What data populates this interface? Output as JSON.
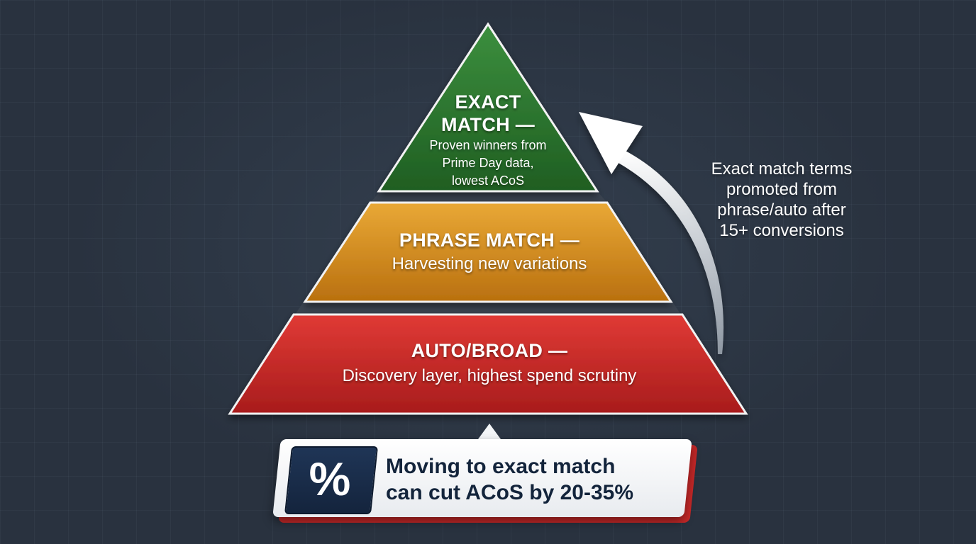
{
  "pyramid": {
    "tiers": [
      {
        "title": "EXACT MATCH —",
        "title_line1": "EXACT",
        "title_line2": "MATCH —",
        "description": "Proven winners from Prime Day data, lowest ACoS",
        "desc_line1": "Proven winners from",
        "desc_line2": "Prime Day data,",
        "desc_line3": "lowest ACoS",
        "color": "#2e7d32"
      },
      {
        "title": "PHRASE MATCH —",
        "description": "Harvesting new variations",
        "color": "#d98f1c"
      },
      {
        "title": "AUTO/BROAD —",
        "description": "Discovery layer, highest spend scrutiny",
        "color": "#c62828"
      }
    ]
  },
  "side_note": {
    "line1": "Exact match terms",
    "line2": "promoted from",
    "line3": "phrase/auto after",
    "line4": "15+ conversions",
    "arrow_icon": "curved-up-arrow-icon"
  },
  "callout": {
    "icon": "percent-icon",
    "icon_glyph": "%",
    "line1": "Moving to exact match",
    "line2": "can cut ACoS by 20-35%"
  },
  "colors": {
    "background": "#29323f",
    "exact": "#2e7d32",
    "phrase": "#d98f1c",
    "auto": "#c62828",
    "callout_text": "#13243b"
  }
}
